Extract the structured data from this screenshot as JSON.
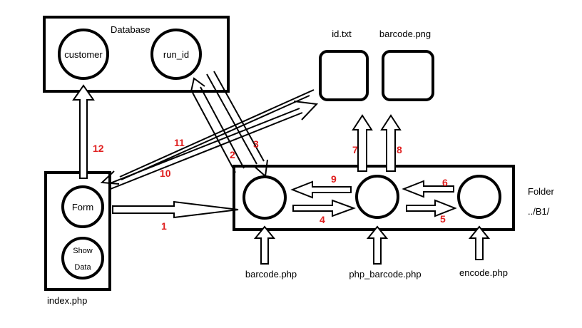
{
  "labels": {
    "database": "Database",
    "customer": "customer",
    "run_id": "run_id",
    "id_txt": "id.txt",
    "barcode_png": "barcode.png",
    "form": "Form",
    "show_data_line1": "Show",
    "show_data_line2": "Data",
    "index_php": "index.php",
    "folder": "Folder",
    "folder_path": "../B1/",
    "barcode_php": "barcode.php",
    "php_barcode_php": "php_barcode.php",
    "encode_php": "encode.php"
  },
  "steps": {
    "s1": "1",
    "s2": "2",
    "s3": "3",
    "s4": "4",
    "s5": "5",
    "s6": "6",
    "s7": "7",
    "s8": "8",
    "s9": "9",
    "s10": "10",
    "s11": "11",
    "s12": "12"
  },
  "colors": {
    "step_number": "#e02020",
    "stroke": "#000000"
  }
}
